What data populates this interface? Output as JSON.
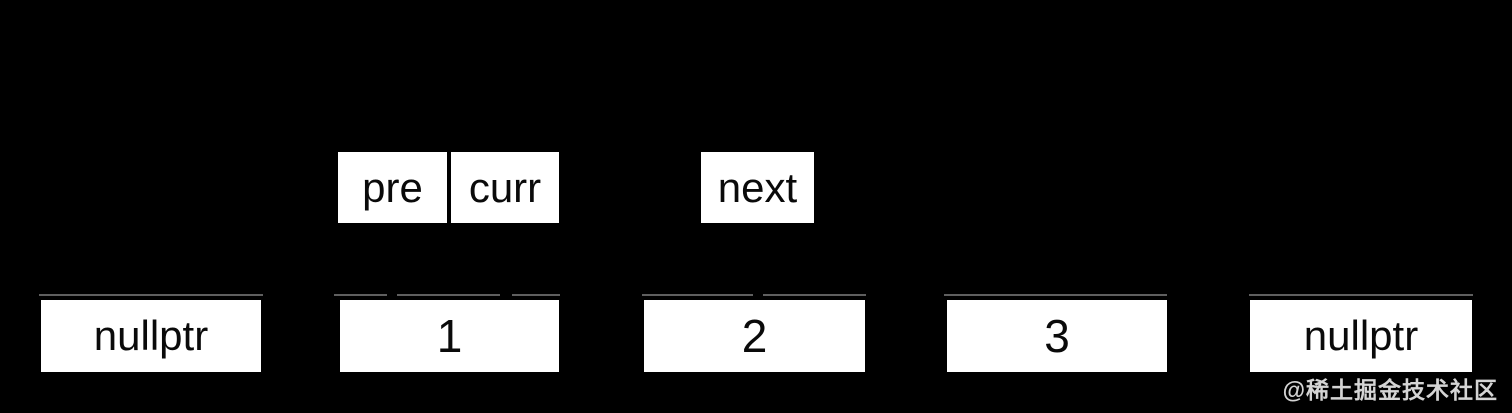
{
  "pointers": [
    {
      "label": "pre"
    },
    {
      "label": "curr"
    },
    {
      "label": "next"
    }
  ],
  "nodes": [
    {
      "value": "nullptr"
    },
    {
      "value": "1"
    },
    {
      "value": "2"
    },
    {
      "value": "3"
    },
    {
      "value": "nullptr"
    }
  ],
  "watermark": {
    "text": "@稀土掘金技术社区"
  },
  "colors": {
    "background": "#000000",
    "box_fill": "#ffffff",
    "box_text": "#0a0a0a",
    "rail_line": "#5f5f5f",
    "watermark_text": "#d4d4d4"
  }
}
